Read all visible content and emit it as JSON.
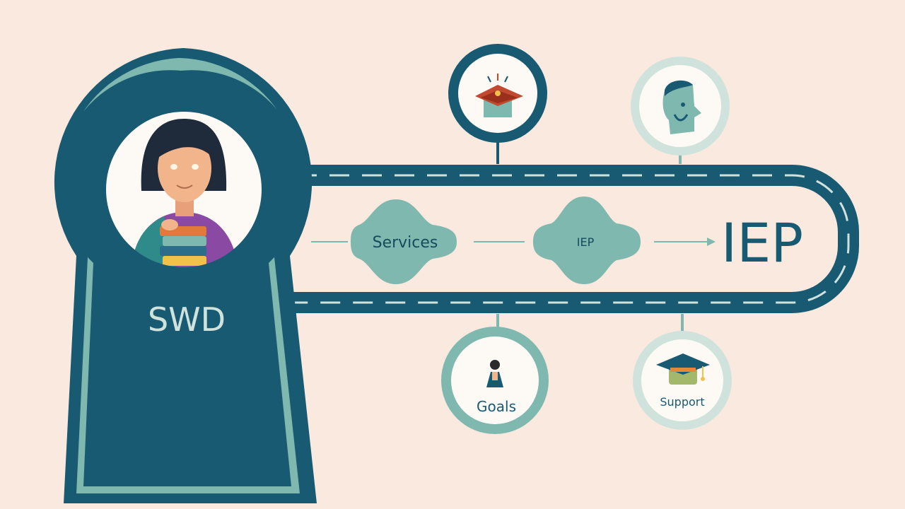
{
  "keyhole": {
    "label": "SWD"
  },
  "track": {
    "destination": "IEP",
    "shapes": [
      {
        "label": "Services"
      },
      {
        "label": "IEP"
      }
    ]
  },
  "nodes": {
    "top_left_icon": "graduation-cap-icon",
    "top_right_icon": "head-profile-icon",
    "bottom_left": {
      "label": "Goals",
      "icon": "person-icon"
    },
    "bottom_right": {
      "label": "Support",
      "icon": "graduation-cap-icon"
    }
  },
  "colors": {
    "background": "#f9e9df",
    "dark_teal": "#185a72",
    "mid_teal": "#7fb8ae",
    "light_teal": "#cfe3dc"
  }
}
